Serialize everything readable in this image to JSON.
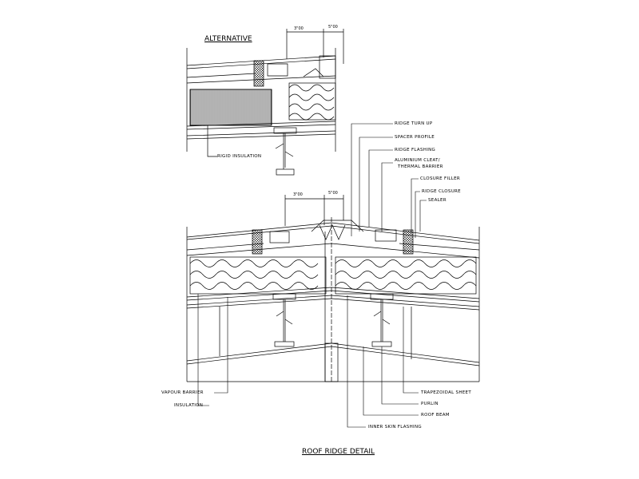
{
  "titles": {
    "alternative": "ALTERNATIVE",
    "main": "ROOF RIDGE DETAIL"
  },
  "dimensions": {
    "alt_a": "3\"00",
    "alt_b": "5\"00",
    "main_a": "3\"00",
    "main_b": "5\"00"
  },
  "labels": {
    "rigid_insulation": "RIGID INSULATION",
    "ridge_turn_up": "RIDGE TURN UP",
    "spacer_profile": "SPACER PROFILE",
    "ridge_flashing": "RIDGE FLASHING",
    "aluminium_cleat": "ALUMINIUM CLEAT/",
    "thermal_barrier": "THERMAL BARRIER",
    "closure_filler": "CLOSURE FILLER",
    "ridge_closure": "RIDGE CLOSURE",
    "sealer": "SEALER",
    "vapour_barrier": "VAPOUR BARRIER",
    "insulation": "INSULATION",
    "trapezoidal_sheet": "TRAPEZOIDAL SHEET",
    "purlin": "PURLIN",
    "roof_beam": "ROOF BEAM",
    "inner_skin_flashing": "INNER SKIN FLASHING"
  }
}
